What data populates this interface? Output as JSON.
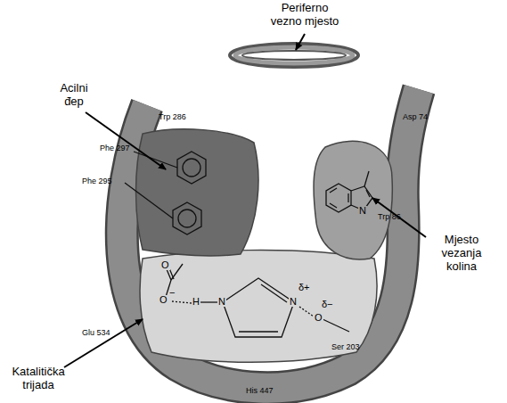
{
  "diagram": {
    "labels": [
      "Periferno vezno mjesto",
      "Acilni đep",
      "Mjesto vezanja kolina",
      "Katalitička trijada",
      "Trp 286",
      "Asp 74",
      "Phe 297",
      "Phe 295",
      "Trp 86",
      "Glu 534",
      "Ser 203",
      "His 447",
      "O",
      "O",
      "−",
      "H",
      "N",
      "N",
      "δ+",
      "O",
      "δ−",
      "N"
    ]
  }
}
